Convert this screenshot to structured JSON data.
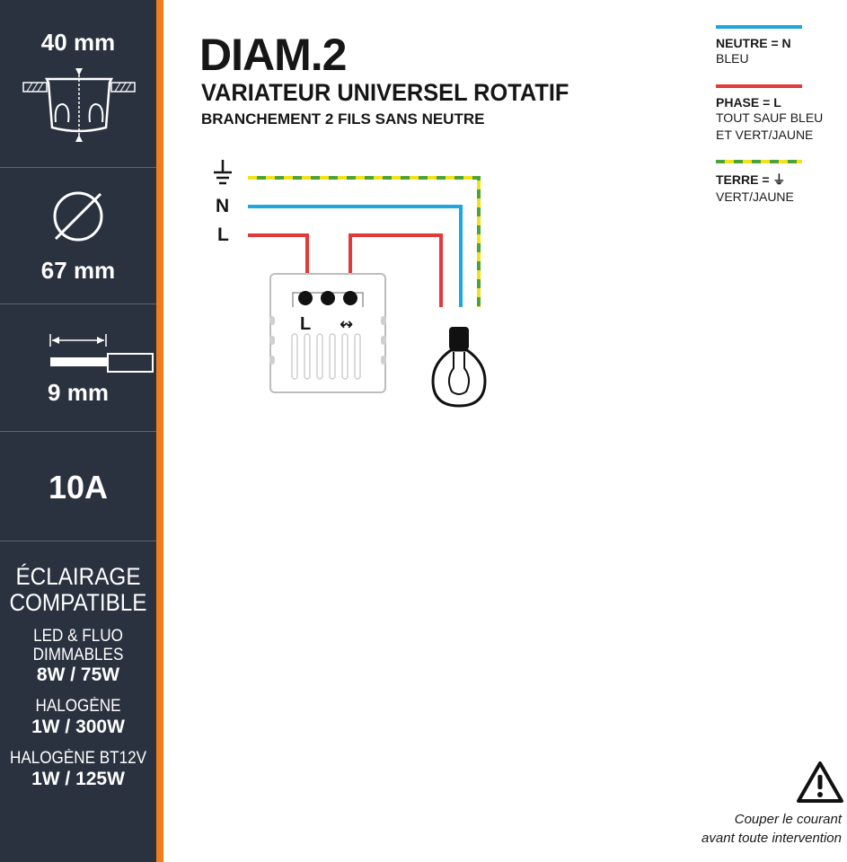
{
  "sidebar": {
    "depth": {
      "value": "40 mm"
    },
    "diameter": {
      "value": "67 mm"
    },
    "strip": {
      "value": "9 mm"
    },
    "current": {
      "value": "10A"
    },
    "lighting": {
      "title_line1": "ÉCLAIRAGE",
      "title_line2": "COMPATIBLE",
      "groups": [
        {
          "label_line1": "LED & FLUO",
          "label_line2": "DIMMABLES",
          "value": "8W / 75W"
        },
        {
          "label_line1": "HALOGÈNE",
          "label_line2": "",
          "value": "1W / 300W"
        },
        {
          "label_line1": "HALOGÈNE BT12V",
          "label_line2": "",
          "value": "1W / 125W"
        }
      ]
    }
  },
  "header": {
    "brand": "DIAM.2",
    "title": "VARIATEUR UNIVERSEL ROTATIF",
    "subtitle": "BRANCHEMENT 2 FILS SANS NEUTRE"
  },
  "legend": [
    {
      "title": "NEUTRE = N",
      "desc_line1": "BLEU",
      "desc_line2": "",
      "color": "#1fa6dc"
    },
    {
      "title": "PHASE = L",
      "desc_line1": "TOUT SAUF BLEU",
      "desc_line2": "ET VERT/JAUNE",
      "color": "#e03a3a"
    },
    {
      "title": "TERRE = ⏚",
      "desc_line1": "VERT/JAUNE",
      "desc_line2": "",
      "color": "#4ca33a",
      "stripe_color": "#f2e11b"
    }
  ],
  "diagram": {
    "labels": {
      "neutral": "N",
      "phase": "L"
    },
    "terminal_labels": {
      "phase": "L",
      "dimmer": "↭"
    }
  },
  "warning": {
    "line1": "Couper le courant",
    "line2": "avant toute intervention"
  },
  "colors": {
    "sidebar": "#2a3240",
    "accent": "#f07d19",
    "neutral": "#1fa6dc",
    "phase": "#e03a3a",
    "earth_green": "#4ca33a",
    "earth_yellow": "#f2e11b"
  }
}
